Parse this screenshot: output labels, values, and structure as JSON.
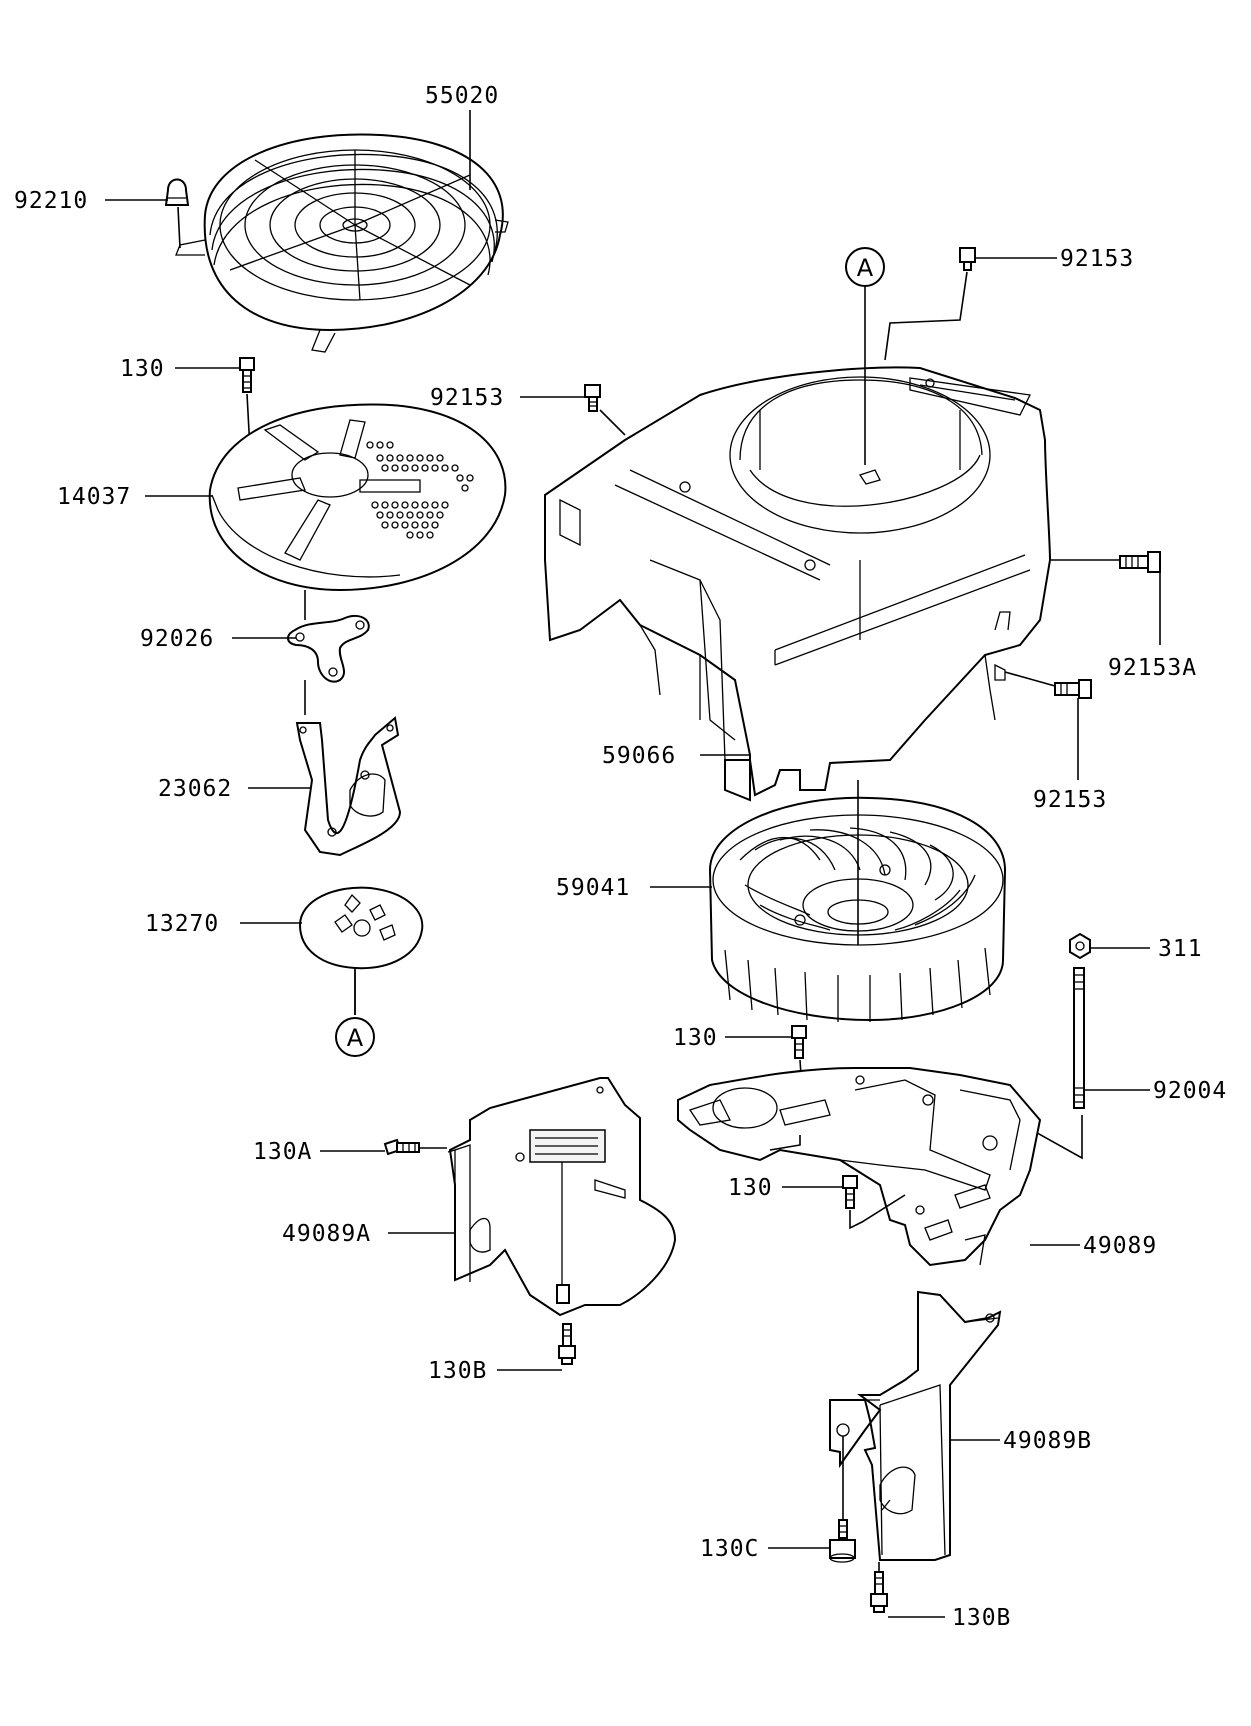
{
  "diagram": {
    "parts": [
      {
        "id": "p55020",
        "label": "55020"
      },
      {
        "id": "p92210",
        "label": "92210"
      },
      {
        "id": "p130_top",
        "label": "130"
      },
      {
        "id": "p14037",
        "label": "14037"
      },
      {
        "id": "p92026",
        "label": "92026"
      },
      {
        "id": "p23062",
        "label": "23062"
      },
      {
        "id": "p13270",
        "label": "13270"
      },
      {
        "id": "p92153_top",
        "label": "92153"
      },
      {
        "id": "p92153_left",
        "label": "92153"
      },
      {
        "id": "p92153A",
        "label": "92153A"
      },
      {
        "id": "p92153_right",
        "label": "92153"
      },
      {
        "id": "p59066",
        "label": "59066"
      },
      {
        "id": "p59041",
        "label": "59041"
      },
      {
        "id": "p311",
        "label": "311"
      },
      {
        "id": "p130_mid",
        "label": "130"
      },
      {
        "id": "p92004",
        "label": "92004"
      },
      {
        "id": "p130A",
        "label": "130A"
      },
      {
        "id": "p130_low",
        "label": "130"
      },
      {
        "id": "p49089A",
        "label": "49089A"
      },
      {
        "id": "p49089",
        "label": "49089"
      },
      {
        "id": "p130B_left",
        "label": "130B"
      },
      {
        "id": "p49089B",
        "label": "49089B"
      },
      {
        "id": "p130C",
        "label": "130C"
      },
      {
        "id": "p130B_right",
        "label": "130B"
      }
    ],
    "refs": [
      {
        "id": "ref_top",
        "label": "A"
      },
      {
        "id": "ref_bottom",
        "label": "A"
      }
    ]
  }
}
